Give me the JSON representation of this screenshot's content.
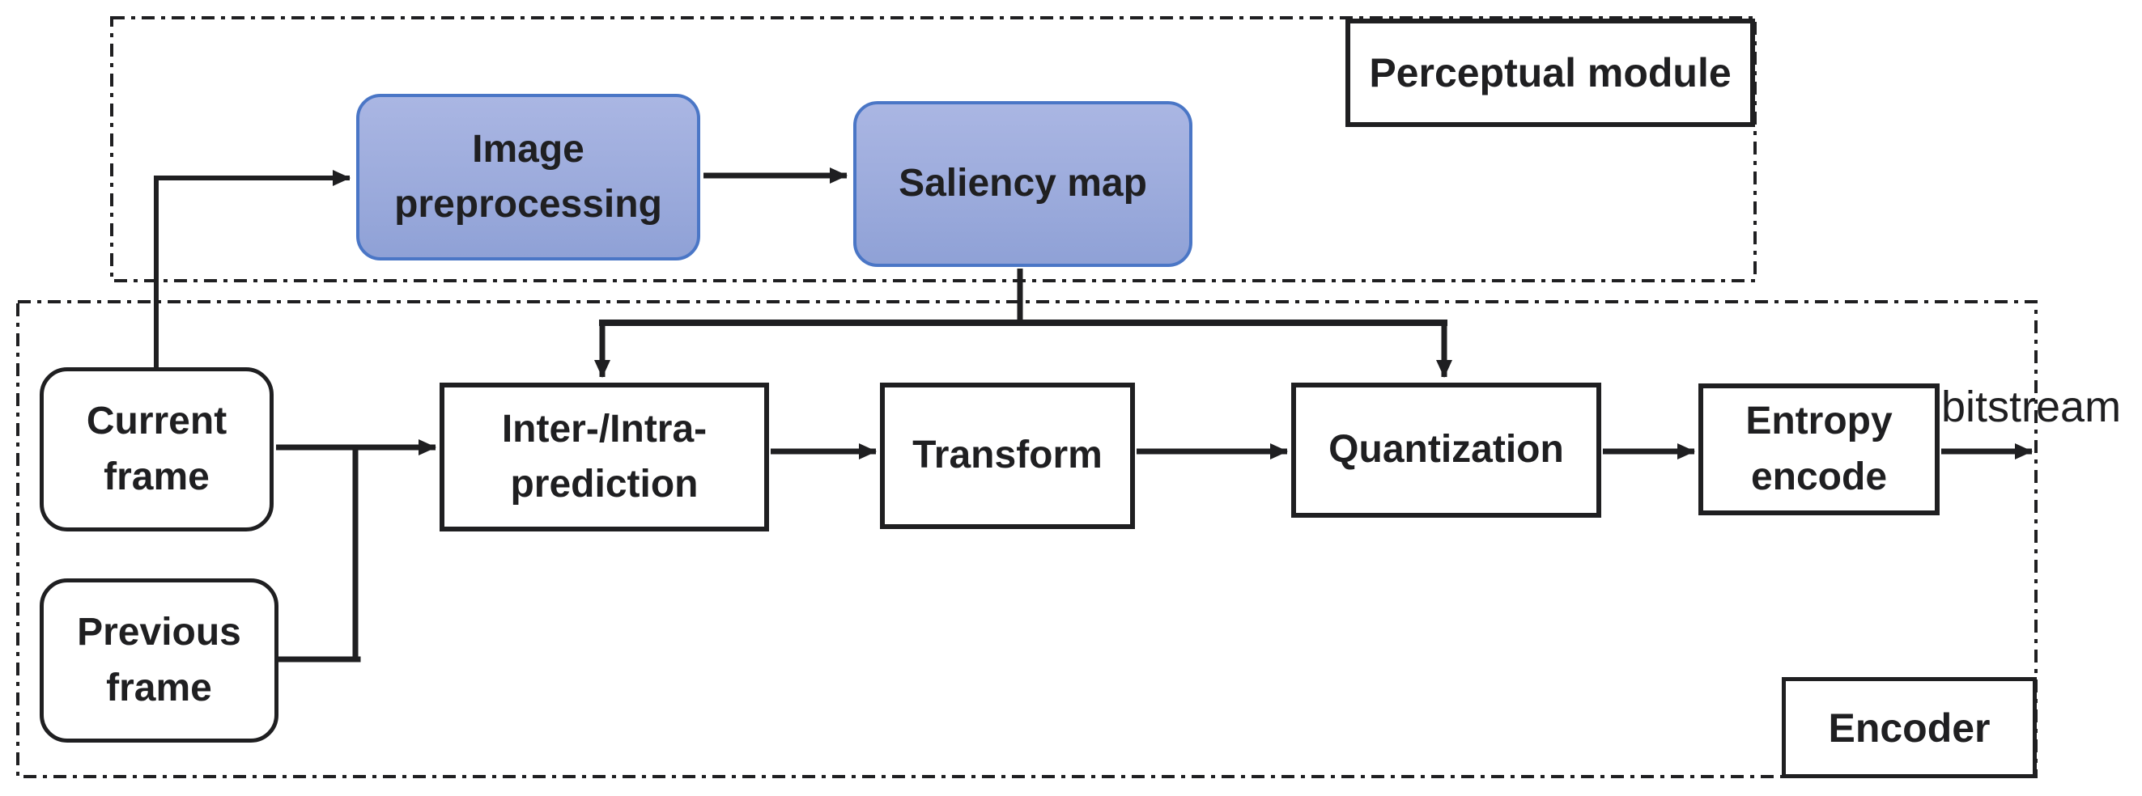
{
  "diagram": {
    "containers": {
      "perceptual_module": {
        "label": "Perceptual module"
      },
      "encoder": {
        "label": "Encoder"
      }
    },
    "nodes": {
      "image_preprocessing": {
        "label": "Image\npreprocessing",
        "style": "blue-rounded"
      },
      "saliency_map": {
        "label": "Saliency map",
        "style": "blue-rounded"
      },
      "current_frame": {
        "label": "Current\nframe",
        "style": "white-rounded"
      },
      "previous_frame": {
        "label": "Previous\nframe",
        "style": "white-rounded"
      },
      "inter_intra_prediction": {
        "label": "Inter-/Intra-\nprediction",
        "style": "white-rect"
      },
      "transform": {
        "label": "Transform",
        "style": "white-rect"
      },
      "quantization": {
        "label": "Quantization",
        "style": "white-rect"
      },
      "entropy_encode": {
        "label": "Entropy\nencode",
        "style": "white-rect"
      }
    },
    "outputs": {
      "bitstream": {
        "label": "bitstream"
      }
    },
    "edges": [
      {
        "from": "current_frame",
        "to": "image_preprocessing"
      },
      {
        "from": "image_preprocessing",
        "to": "saliency_map"
      },
      {
        "from": "saliency_map",
        "to": "inter_intra_prediction"
      },
      {
        "from": "saliency_map",
        "to": "quantization"
      },
      {
        "from": "current_frame",
        "to": "inter_intra_prediction"
      },
      {
        "from": "previous_frame",
        "to": "inter_intra_prediction"
      },
      {
        "from": "inter_intra_prediction",
        "to": "transform"
      },
      {
        "from": "transform",
        "to": "quantization"
      },
      {
        "from": "quantization",
        "to": "entropy_encode"
      },
      {
        "from": "entropy_encode",
        "to": "bitstream"
      }
    ],
    "colors": {
      "line": "#1f1f21",
      "blue_box_border": "#4a76c6",
      "blue_box_fill_top": "#aab6e3",
      "blue_box_fill_bottom": "#8fa1d6",
      "box_background": "#ffffff"
    }
  }
}
